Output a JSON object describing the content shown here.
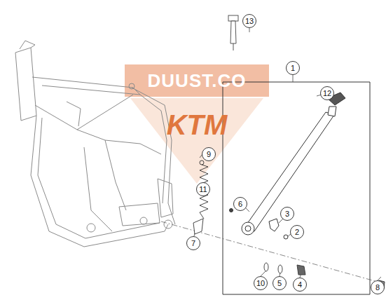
{
  "diagram": {
    "labels": [
      "13",
      "1",
      "12",
      "9",
      "11",
      "6",
      "3",
      "2",
      "7",
      "10",
      "5",
      "4",
      "8",
      "DUUST.CO",
      "KTM"
    ]
  }
}
